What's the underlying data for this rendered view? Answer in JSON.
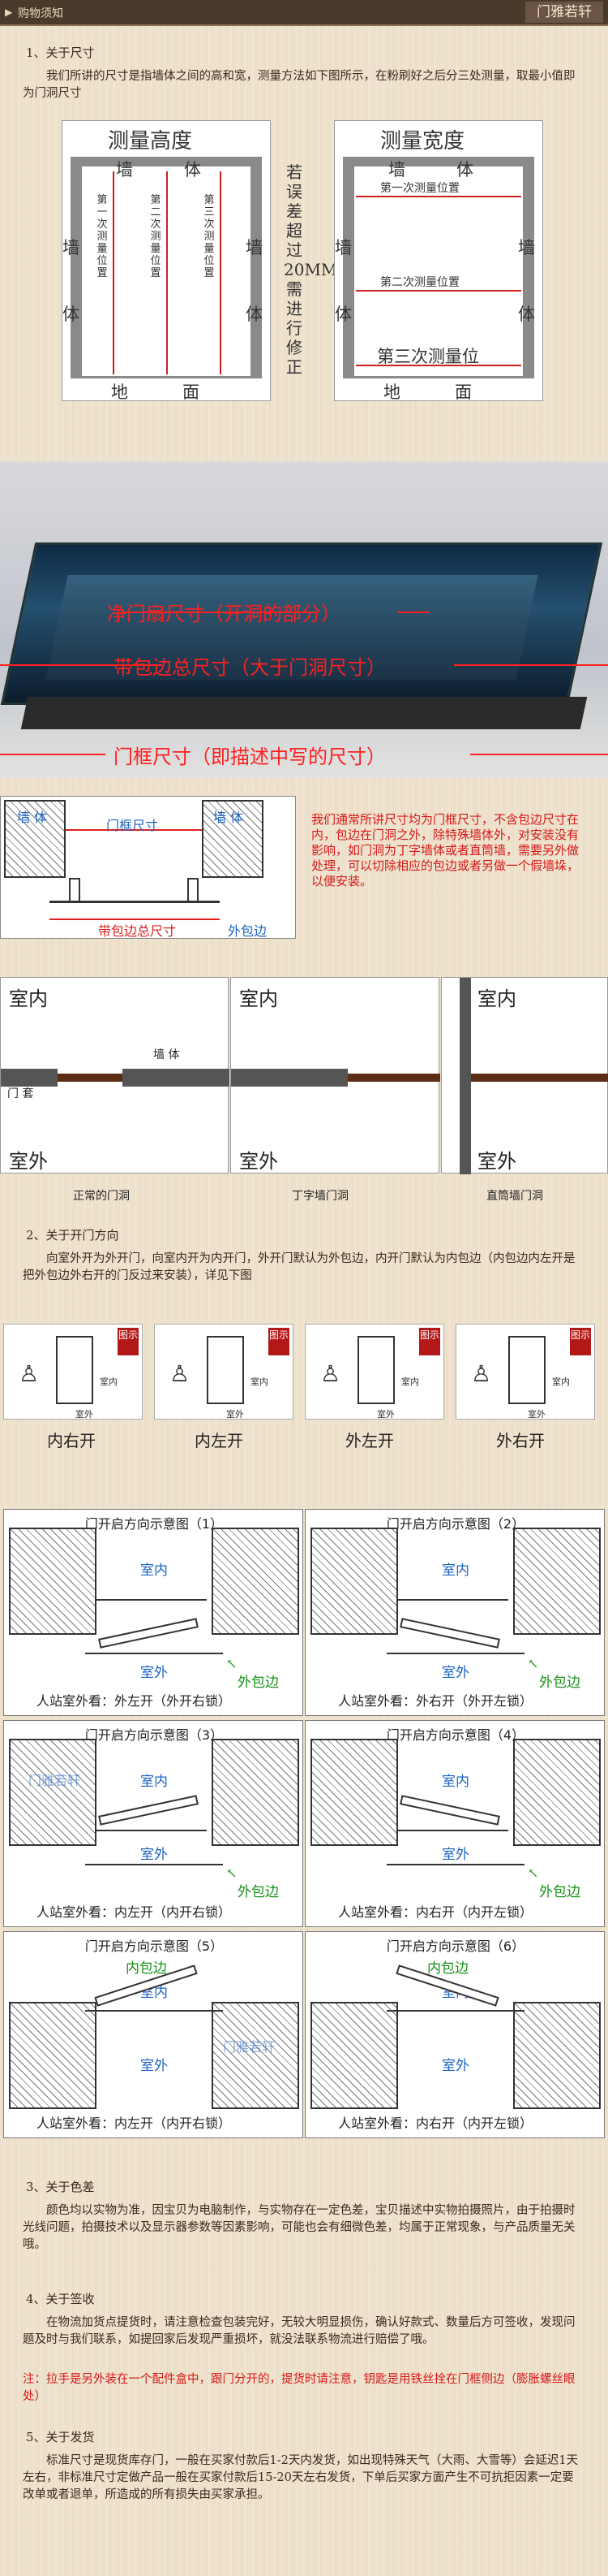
{
  "header": {
    "title": "购物须知",
    "brand": "门雅若轩"
  },
  "s1": {
    "heading": "1、关于尺寸",
    "text": "我们所讲的尺寸是指墙体之间的高和宽，测量方法如下图所示，在粉刷好之后分三处测量，取最小值即为门洞尺寸"
  },
  "measure": {
    "height_title": "测量高度",
    "width_title": "测量宽度",
    "wall": "墙",
    "body": "体",
    "ground_1": "地",
    "ground_2": "面",
    "h1": "第一次测量位置",
    "h2": "第二次测量位置",
    "h3": "第三次测量位置",
    "w1": "第一次测量位置",
    "w2": "第二次测量位置",
    "w3": "第三次测量位",
    "note": "若误差超过20MM需进行修正"
  },
  "photo": {
    "net": "净门扇尺寸（开洞的部分）",
    "wrap": "带包边总尺寸（大于门洞尺寸）",
    "frame": "门框尺寸（即描述中写的尺寸）"
  },
  "section": {
    "frame_size": "门框尺寸",
    "total": "带包边总尺寸",
    "outer_wrap": "外包边",
    "wall": "墙体",
    "note": "我们通常所讲尺寸均为门框尺寸，不含包边尺寸在内，包边在门洞之外，除特殊墙体外，对安装没有影响，如门洞为丁字墙体或者直筒墙，需要另外做处理，可以切除相应的包边或者另做一个假墙垛，以便安装。"
  },
  "types": {
    "indoor": "室内",
    "outdoor": "室外",
    "wall": "墙 体",
    "door_cover": "门 套",
    "cap1": "正常的门洞",
    "cap2": "丁字墙门洞",
    "cap3": "直筒墙门洞"
  },
  "s2": {
    "heading": "2、关于开门方向",
    "text": "向室外开为外开门，向室内开为内开门，外开门默认为外包边，内开门默认为内包边（内包边内左开是把外包边外右开的门反过来安装），详见下图",
    "badge": "图示",
    "room_in": "室内",
    "room_out": "室外",
    "labels": [
      "内右开",
      "内左开",
      "外左开",
      "外右开"
    ]
  },
  "diagrams": [
    {
      "title": "门开启方向示意图（1）",
      "in": "室内",
      "out": "室外",
      "wrap": "外包边",
      "caption": "人站室外看：外左开（外开右锁）"
    },
    {
      "title": "门开启方向示意图（2）",
      "in": "室内",
      "out": "室外",
      "wrap": "外包边",
      "caption": "人站室外看：外右开（外开左锁）"
    },
    {
      "title": "门开启方向示意图（3）",
      "in": "室内",
      "out": "室外",
      "wrap": "外包边",
      "caption": "人站室外看：内左开（内开右锁）"
    },
    {
      "title": "门开启方向示意图（4）",
      "in": "室内",
      "out": "室外",
      "wrap": "外包边",
      "caption": "人站室外看：内右开（内开左锁）"
    },
    {
      "title": "门开启方向示意图（5）",
      "in": "室内",
      "out": "室外",
      "wrap": "内包边",
      "caption": "人站室外看：内左开（内开右锁）"
    },
    {
      "title": "门开启方向示意图（6）",
      "in": "室内",
      "out": "室外",
      "wrap": "内包边",
      "caption": "人站室外看：内右开（内开左锁）"
    }
  ],
  "s3": {
    "heading": "3、关于色差",
    "text": "颜色均以实物为准，因宝贝为电脑制作，与实物存在一定色差，宝贝描述中实物拍摄照片，由于拍摄时光线问题，拍摄技术以及显示器参数等因素影响，可能也会有细微色差，均属于正常现象，与产品质量无关哦。"
  },
  "s4": {
    "heading": "4、关于签收",
    "text": "在物流加货点提货时，请注意检查包装完好，无较大明显损伤，确认好款式、数量后方可签收，发现问题及时与我们联系，如提回家后发现严重损坏，就没法联系物流进行赔偿了哦。",
    "note": "注：拉手是另外装在一个配件盒中，跟门分开的，提货时请注意，钥匙是用铁丝拴在门框侧边（膨胀螺丝眼处）"
  },
  "s5": {
    "heading": "5、关于发货",
    "text": "标准尺寸是现货库存门，一般在买家付款后1-2天内发货，如出现特殊天气（大雨、大雪等）会延迟1天左右，非标准尺寸定做产品一般在买家付款后15-20天左右发货，下单后买家方面产生不可抗拒因素一定要改单或者退单，所造成的所有损失由买家承担。"
  },
  "watermark": "门雅若轩"
}
